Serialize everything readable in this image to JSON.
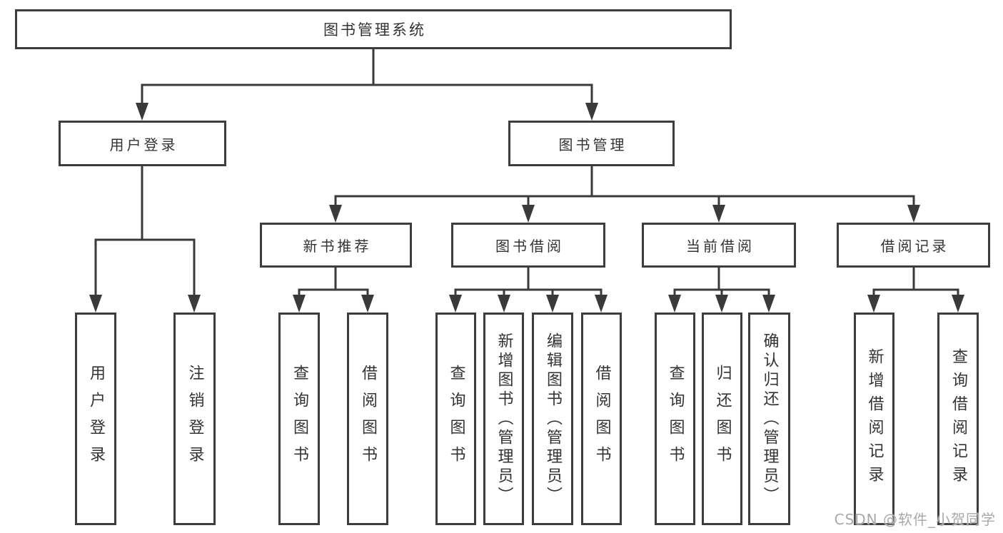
{
  "root_label": "图书管理系统",
  "branch_user": {
    "label": "用户登录",
    "leaves": [
      "用户登录",
      "注销登录"
    ]
  },
  "branch_book": {
    "label": "图书管理",
    "groups": [
      {
        "label": "新书推荐",
        "leaves": [
          "查询图书",
          "借阅图书"
        ]
      },
      {
        "label": "图书借阅",
        "leaves": [
          "查询图书",
          "新增图书（管理员）",
          "编辑图书（管理员）",
          "借阅图书"
        ]
      },
      {
        "label": "当前借阅",
        "leaves": [
          "查询图书",
          "归还图书",
          "确认归还（管理员）"
        ]
      },
      {
        "label": "借阅记录",
        "leaves": [
          "新增借阅记录",
          "查询借阅记录"
        ]
      }
    ]
  },
  "watermark": "CSDN @软件_小贺同学",
  "colors": {
    "line": "#3a3a3a",
    "box_border": "#3d3d3d",
    "text": "#333333",
    "watermark": "#a9a9a9",
    "background": "#ffffff"
  }
}
